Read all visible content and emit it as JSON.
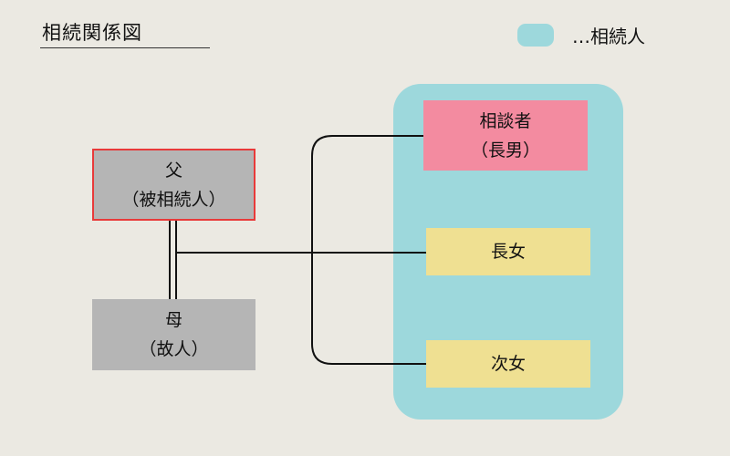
{
  "title": "相続関係図",
  "legend": {
    "swatch_color": "#9dd8dc",
    "label": "…相続人"
  },
  "persons": {
    "father": {
      "line1": "父",
      "line2": "（被相続人）",
      "fill": "#b5b5b5",
      "border": "#e83a3a"
    },
    "mother": {
      "line1": "母",
      "line2": "（故人）",
      "fill": "#b5b5b5"
    },
    "consultant": {
      "line1": "相談者",
      "line2": "（長男）",
      "fill": "#f38ba0"
    },
    "eldest_daughter": {
      "line1": "長女",
      "fill": "#efe092"
    },
    "second_daughter": {
      "line1": "次女",
      "fill": "#efe092"
    }
  },
  "heirs_group_color": "#9dd8dc"
}
